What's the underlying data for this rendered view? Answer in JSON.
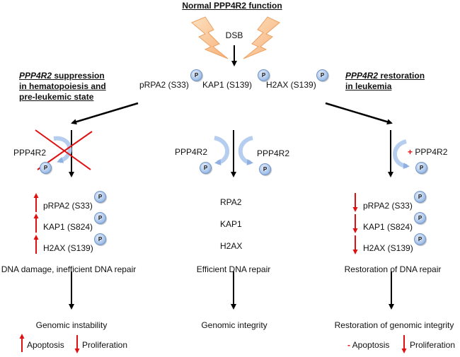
{
  "title": "Normal PPP4R2 function",
  "trigger": "DSB",
  "phospho_label": "P",
  "top_markers": [
    "pRPA2 (S33)",
    "KAP1 (S139)",
    "H2AX (S139)"
  ],
  "left_branch": {
    "header_gene": "PPP4R2",
    "header_rest_line1": " suppression",
    "header_line2": "in hematopoiesis and",
    "header_line3": "pre-leukemic state",
    "enzyme": "PPP4R2",
    "markers": [
      {
        "label": "pRPA2 (S33)",
        "direction": "up"
      },
      {
        "label": "KAP1 (S824)",
        "direction": "up"
      },
      {
        "label": "H2AX (S139)",
        "direction": "up"
      }
    ],
    "outcome": "DNA damage, inefficient DNA repair",
    "result": "Genomic instability",
    "effects": [
      {
        "label": "Apoptosis",
        "direction": "up"
      },
      {
        "label": "Proliferation",
        "direction": "down"
      }
    ]
  },
  "center_branch": {
    "enzyme_left": "PPP4R2",
    "enzyme_right": "PPP4R2",
    "markers": [
      "RPA2",
      "KAP1",
      "H2AX"
    ],
    "outcome": "Efficient DNA repair",
    "result": "Genomic integrity"
  },
  "right_branch": {
    "header_gene": "PPP4R2",
    "header_rest_line1": " restoration",
    "header_line2": "in leukemia",
    "enzyme_prefix": "+",
    "enzyme": "PPP4R2",
    "markers": [
      {
        "label": "pRPA2 (S33)",
        "direction": "down"
      },
      {
        "label": "KAP1 (S824)",
        "direction": "down"
      },
      {
        "label": "H2AX (S139)",
        "direction": "down"
      }
    ],
    "outcome": "Restoration of DNA repair",
    "result": "Restoration of genomic integrity",
    "effects": [
      {
        "label": "Apoptosis",
        "prefix": "-"
      },
      {
        "label": "Proliferation",
        "direction": "down"
      }
    ]
  },
  "colors": {
    "arrow": "#000000",
    "up_down_arrow": "#e01010",
    "cross": "#e01010",
    "lightning_fill": "#fbc58f",
    "lightning_stroke": "#f0a050",
    "curved_arrow": "#b5cdef"
  }
}
